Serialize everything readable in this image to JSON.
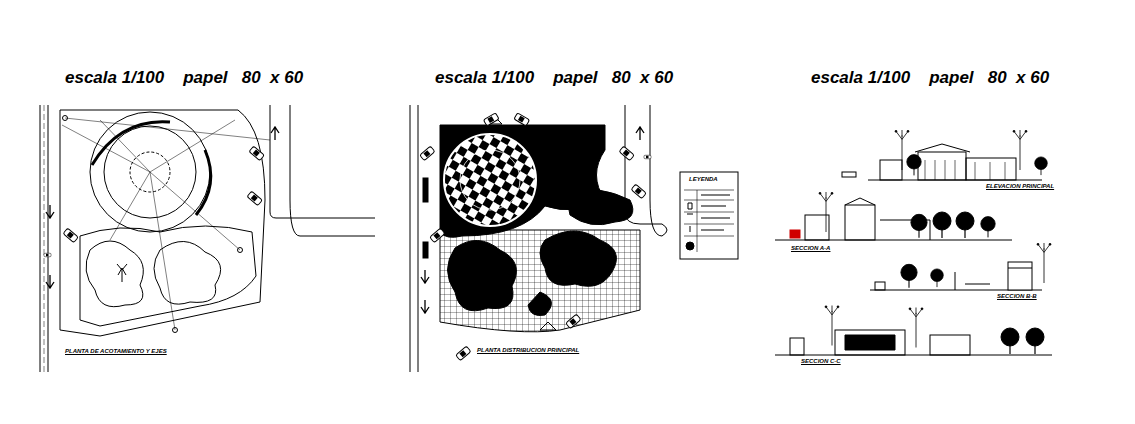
{
  "diagram": {
    "labels": [
      "escala 1/100    papel   80  x 60",
      "escala 1/100    papel   80  x 60",
      "escala 1/100    papel   80  x 60",
      "PLANTA DE ACOTAMIENTO Y EJES",
      "PLANTA DISTRIBUCION PRINCIPAL",
      "LEYENDA",
      "ELEVACION PRINCIPAL",
      "SECCION A-A",
      "SECCION B-B",
      "SECCION C-C"
    ]
  }
}
